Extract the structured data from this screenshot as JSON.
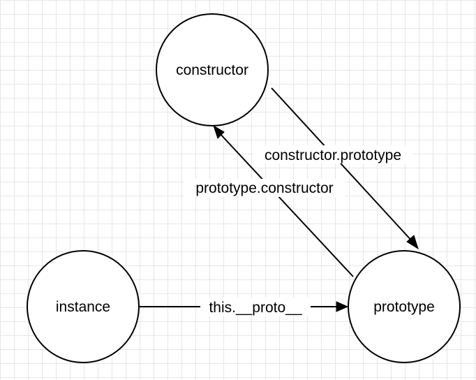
{
  "colors": {
    "background": "#ffffff",
    "grid": "#e6e6e6",
    "stroke": "#000000",
    "text": "#000000"
  },
  "nodes": {
    "constructor": {
      "label": "constructor"
    },
    "instance": {
      "label": "instance"
    },
    "prototype": {
      "label": "prototype"
    }
  },
  "edges": {
    "constructor_to_prototype": {
      "from": "constructor",
      "to": "prototype",
      "label": "constructor.prototype"
    },
    "prototype_to_constructor": {
      "from": "prototype",
      "to": "constructor",
      "label": "prototype.constructor"
    },
    "instance_to_prototype": {
      "from": "instance",
      "to": "prototype",
      "label": "this.__proto__"
    }
  }
}
